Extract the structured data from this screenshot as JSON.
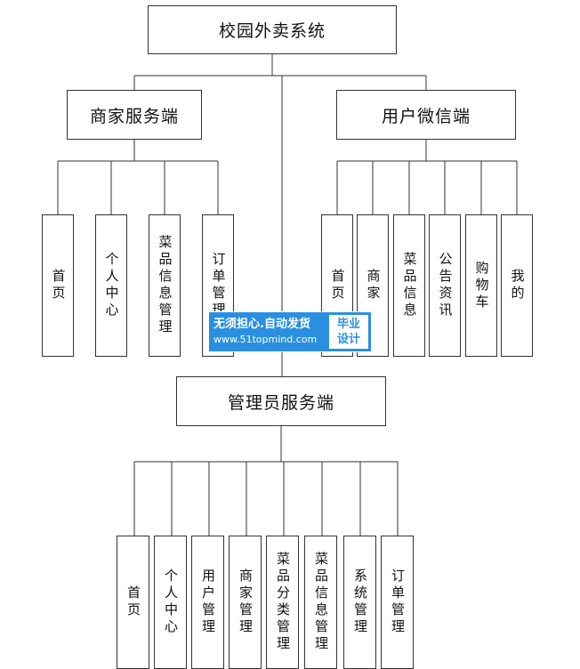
{
  "root": {
    "label": "校园外卖系统"
  },
  "merchant": {
    "label": "商家服务端",
    "children": [
      "首页",
      "个人中心",
      "菜品信息管理",
      "订单管理"
    ]
  },
  "wechat": {
    "label": "用户微信端",
    "children": [
      "首页",
      "商家",
      "菜品信息",
      "公告资讯",
      "购物车",
      "我的"
    ]
  },
  "admin": {
    "label": "管理员服务端",
    "children": [
      "首页",
      "个人中心",
      "用户管理",
      "商家管理",
      "菜品分类管理",
      "菜品信息管理",
      "系统管理",
      "订单管理"
    ]
  },
  "watermark": {
    "line1": "无须担心.自动发货",
    "line2": "www.51topmind.com",
    "badge_line1": "毕业",
    "badge_line2": "设计"
  },
  "colors": {
    "line": "#333333",
    "watermark": "#2b8fe0"
  }
}
